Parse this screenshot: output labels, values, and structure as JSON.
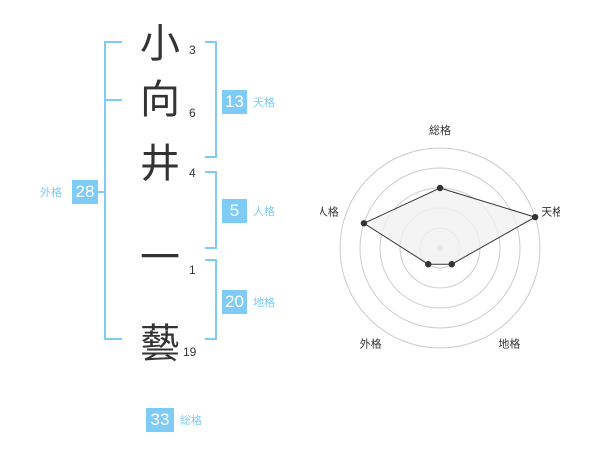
{
  "name_chars": [
    {
      "char": "小",
      "strokes": "3"
    },
    {
      "char": "向",
      "strokes": "6"
    },
    {
      "char": "井",
      "strokes": "4"
    },
    {
      "char": "一",
      "strokes": "1"
    },
    {
      "char": "藝",
      "strokes": "19"
    }
  ],
  "fortunes": {
    "tenkaku": {
      "value": "13",
      "label": "天格"
    },
    "jinkaku": {
      "value": "5",
      "label": "人格"
    },
    "chikaku": {
      "value": "20",
      "label": "地格"
    },
    "gaikaku": {
      "value": "28",
      "label": "外格"
    },
    "soukaku": {
      "value": "33",
      "label": "総格"
    }
  },
  "radar": {
    "axes": [
      "総格",
      "天格",
      "地格",
      "外格",
      "人格"
    ],
    "values": [
      3,
      5,
      1,
      1,
      4
    ],
    "max": 5,
    "levels": 5,
    "line_color": "#333333",
    "fill_color": "#f1f1f1",
    "grid_color": "#cccccc"
  }
}
